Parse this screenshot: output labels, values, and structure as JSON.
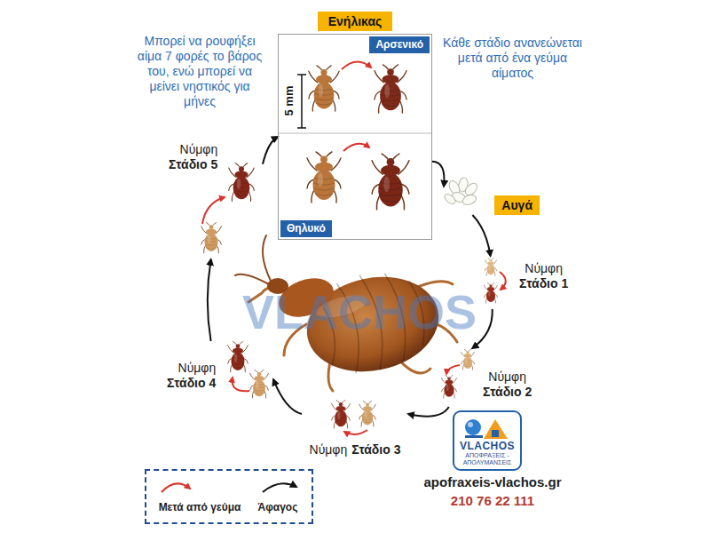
{
  "diagram": {
    "nodes": [
      {
        "text": [
          "Ενήλικας"
        ]
      },
      {
        "text": [
          "Αρσενικό"
        ],
        "in": 0
      },
      {
        "text": [
          "Θηλυκό"
        ],
        "in": 0
      },
      {
        "text": [
          "Αυγά"
        ]
      },
      {
        "text": [
          "Νύμφη",
          "Στάδιο 1"
        ]
      },
      {
        "text": [
          "Νύμφη",
          "Στάδιο 2"
        ]
      },
      {
        "text": [
          "Νύμφη",
          "Στάδιο 3"
        ]
      },
      {
        "text": [
          "Νύμφη",
          "Στάδιο 4"
        ]
      },
      {
        "text": [
          "Νύμφη",
          "Στάδιο 5"
        ]
      },
      {
        "text": [
          "VLACHOS",
          "ΑΠΟΦΡΑΞΕΙΣ - ΑΠΟΛΥΜΑΝΣΕΙΣ"
        ]
      }
    ],
    "edges": [
      {
        "from": 0,
        "to": 3,
        "arrow": "to"
      },
      {
        "from": 3,
        "to": 4,
        "arrow": "to"
      },
      {
        "from": 4,
        "to": 5,
        "arrow": "to"
      },
      {
        "from": 5,
        "to": 6,
        "arrow": "to"
      },
      {
        "from": 6,
        "to": 7,
        "arrow": "to"
      },
      {
        "from": 7,
        "to": 8,
        "arrow": "to"
      },
      {
        "from": 8,
        "to": 0,
        "arrow": "to"
      }
    ],
    "labels": [
      "Μπορεί να ρουφήξει αίμα 7 φορές το βάρος του, ενώ μπορεί να μείνει νηστικός για μήνες",
      "Κάθε στάδιο ανανεώνεται μετά από ένα γεύμα αίματος",
      "5 mm",
      "VLACHOS",
      "apofraxeis-vlachos.gr",
      "210 76 22 111"
    ],
    "legend": [
      {
        "text": "Μετά από γεύμα"
      },
      {
        "text": "Άφαγος"
      }
    ]
  }
}
